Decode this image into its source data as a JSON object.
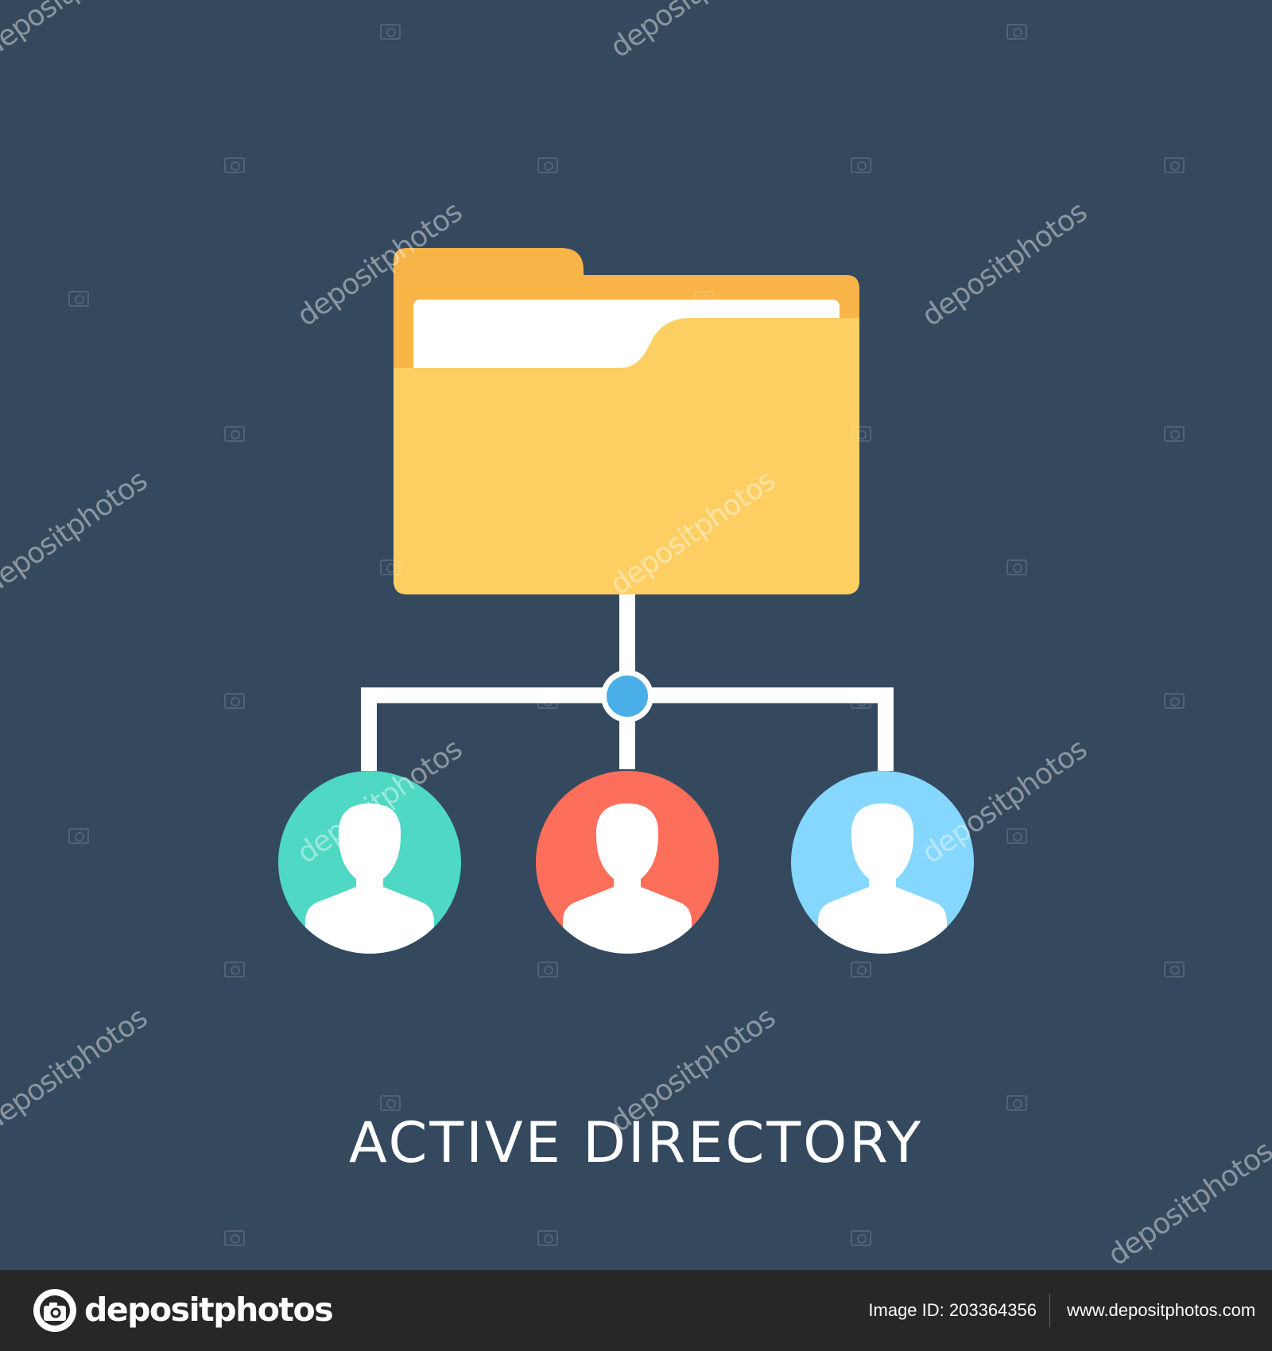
{
  "title": "ACTIVE DIRECTORY",
  "watermark": "depositphotos",
  "footer": {
    "brand": "depositphotos",
    "image_id": "Image ID: 203364356",
    "site": "www.depositphotos.com"
  },
  "icons": {
    "folder": "folder-icon",
    "hub": "network-hub-icon",
    "users": [
      "user-avatar-icon",
      "user-avatar-icon",
      "user-avatar-icon"
    ],
    "logo": "depositphotos-logo-icon"
  },
  "colors": {
    "background": "#34495e",
    "folder_front": "#fdcf63",
    "folder_back": "#f9b448",
    "paper": "#ffffff",
    "connector": "#ffffff",
    "hub": "#4aaee8",
    "user_1": "#4fd8c4",
    "user_2": "#fe6f5b",
    "user_3": "#85d7fe",
    "footer": "#272727"
  }
}
